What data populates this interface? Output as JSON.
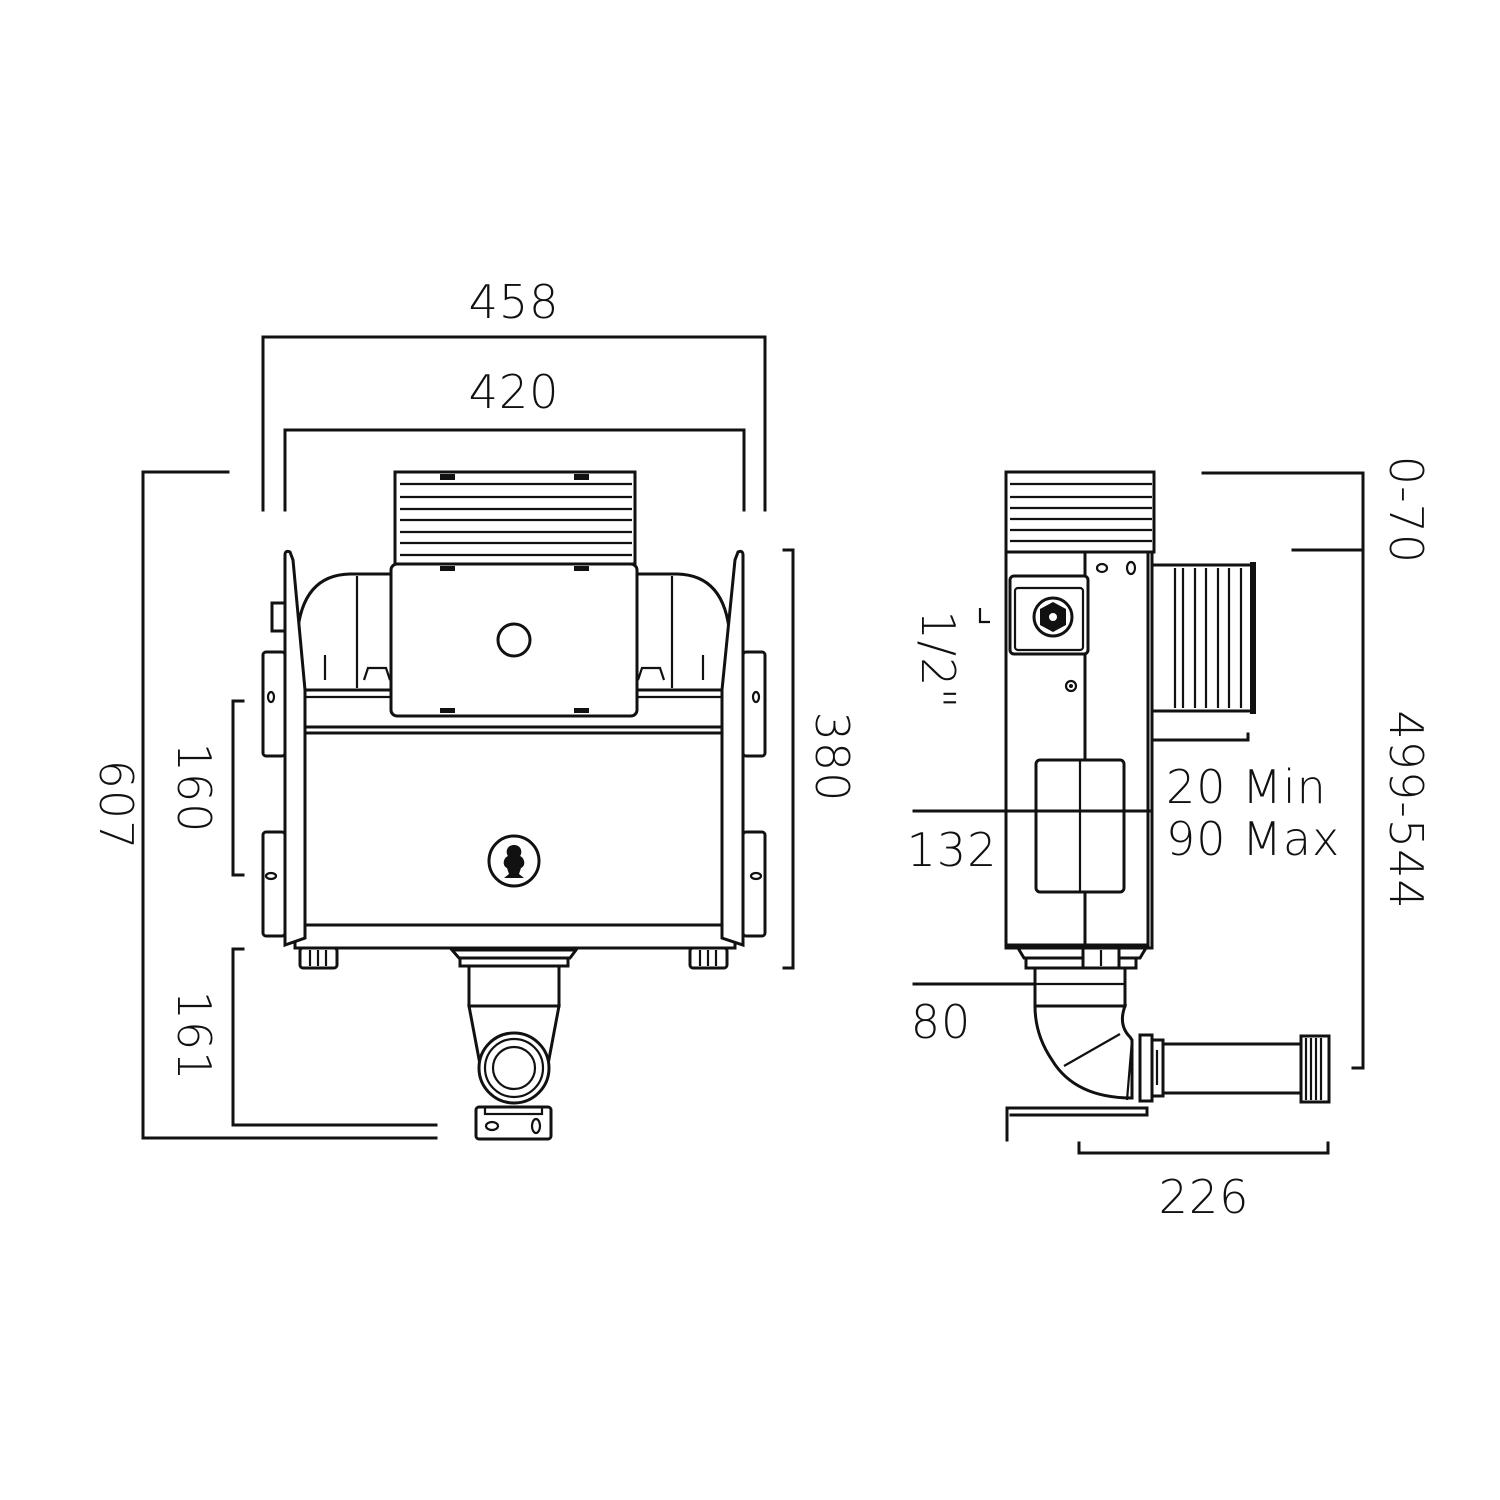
{
  "drawing": {
    "type": "technical-dimension-drawing",
    "units": "mm",
    "front_view": {
      "overall_width": "458",
      "frame_width": "420",
      "overall_height": "607",
      "frame_height": "380",
      "bracket_spacing": "160",
      "outlet_drop": "161"
    },
    "side_view": {
      "adjust_top": "0-70",
      "adjust_range": "499-544",
      "inlet_size": "1/2\"",
      "wall_depth_min": "20 Min",
      "wall_depth_max": "90 Max",
      "button_centre": "132",
      "outlet_height": "80",
      "pan_connector_depth": "226"
    }
  },
  "colors": {
    "line": "#111111",
    "background": "#ffffff"
  }
}
